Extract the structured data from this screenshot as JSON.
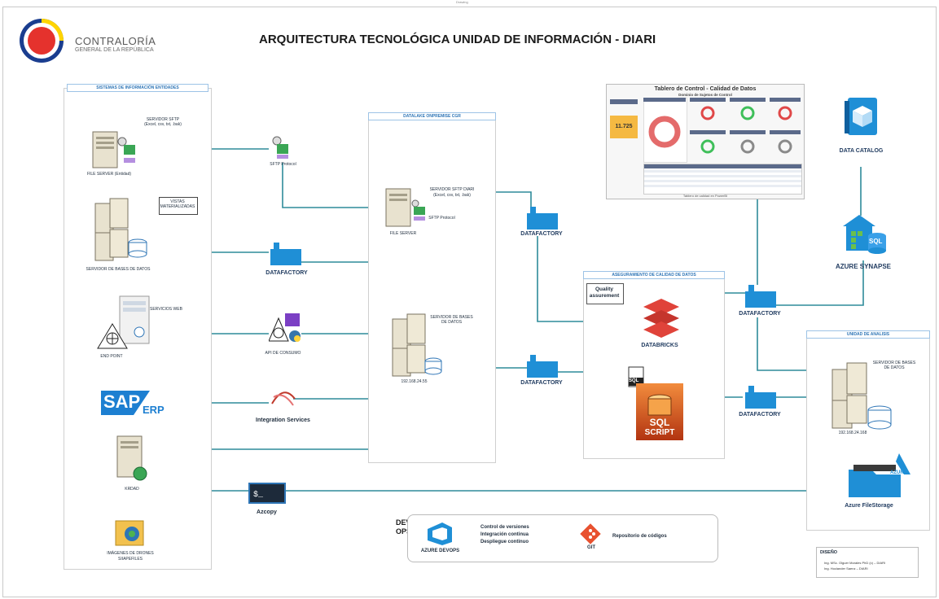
{
  "header": {
    "tiny_top": "Drawing",
    "logo_name": "CONTRALORÍA",
    "logo_sub": "GENERAL DE LA REPÚBLICA",
    "title": "ARQUITECTURA TECNOLÓGICA UNIDAD DE INFORMACIÓN - DIARI"
  },
  "panels": {
    "entidades": "SISTEMAS DE INFORMACIÓN ENTIDADES",
    "datalake": "DATALAKE ONPREMISE CGR",
    "calidad": "ASEGURAMIENTO DE CALIDAD DE DATOS",
    "analisis": "UNIDAD DE ANALISIS"
  },
  "nodes": {
    "sftp_server_title": "SERVIDOR SFTP",
    "sftp_server_formats": "(Excel, csv, txt, .bak)",
    "file_server_entidad": "FILE SERVER (Entidad)",
    "sftp_protocol": "SFTP Protocol",
    "vistas": "VISTAS MATERIALIZADAS",
    "db_server_entidad": "SERVIDOR DE BASES DE DATOS",
    "datafactory": "DATAFACTORY",
    "servicios_web": "SERVICIOS WEB",
    "end_point": "END POINT",
    "api_consumo": "API DE CONSUMO",
    "sap": "SAP",
    "erp": "ERP",
    "integration_services": "Integration Services",
    "krdad": "KRDAD",
    "azcopy": "Azcopy",
    "imagenes_1": "IMÁGENES DE DRONES",
    "imagenes_2": "SIIAPEFILES",
    "sftp_diari_title": "SERVIDOR SFTP DIARI",
    "sftp_diari_formats": "(Excel, csv, txt, .bak)",
    "sftp_diari_protocol": "SFTP Protocol",
    "file_server": "FILE SERVER",
    "db_server_datalake": "SERVIDOR DE BASES DE DATOS",
    "ip_datalake": "192.168.24.55",
    "quality": "Quality assurement",
    "databricks": "DATABRICKS",
    "sql_badge": "SQL",
    "sql_script_1": "SQL",
    "sql_script_2": "SCRIPT",
    "data_catalog": "DATA CATALOG",
    "azure_synapse": "AZURE SYNAPSE",
    "sql_synapse": "SQL",
    "db_server_analisis": "SERVIDOR DE BASES DE DATOS",
    "ip_analisis": "192.168.24.168",
    "azure_badge": "AZURE",
    "azure_filestorage": "Azure FileStorage"
  },
  "dashboard": {
    "title": "Tablero de Control - Calidad de Datos",
    "subtitle": "Dominio de Sujetos de Control",
    "kpi": "11.725",
    "caption": "Tablero de calidad en PowerBI"
  },
  "devops": {
    "label_1": "DEV",
    "label_2": "OPS",
    "azure_devops": "AZURE DEVOPS",
    "features": [
      "Control de versiones",
      "Integración continua",
      "Despliegue continuo"
    ],
    "git": "GIT",
    "repo": "Repositorio de códigos"
  },
  "design": {
    "heading": "DISEÑO",
    "line1": "Ing. MSc. Olguer Morales PhD (c) – DIARI",
    "line2": "Ing. Hoclander Saenz – DIARI"
  },
  "colors": {
    "teal_line": "#2e8b9a",
    "title_blue": "#1f3a5f",
    "datafactory": "#1f8fd6",
    "databricks": "#e0433a",
    "logo_red": "#e5322d",
    "logo_yellow": "#ffd400",
    "logo_blue": "#1a3d8f"
  }
}
